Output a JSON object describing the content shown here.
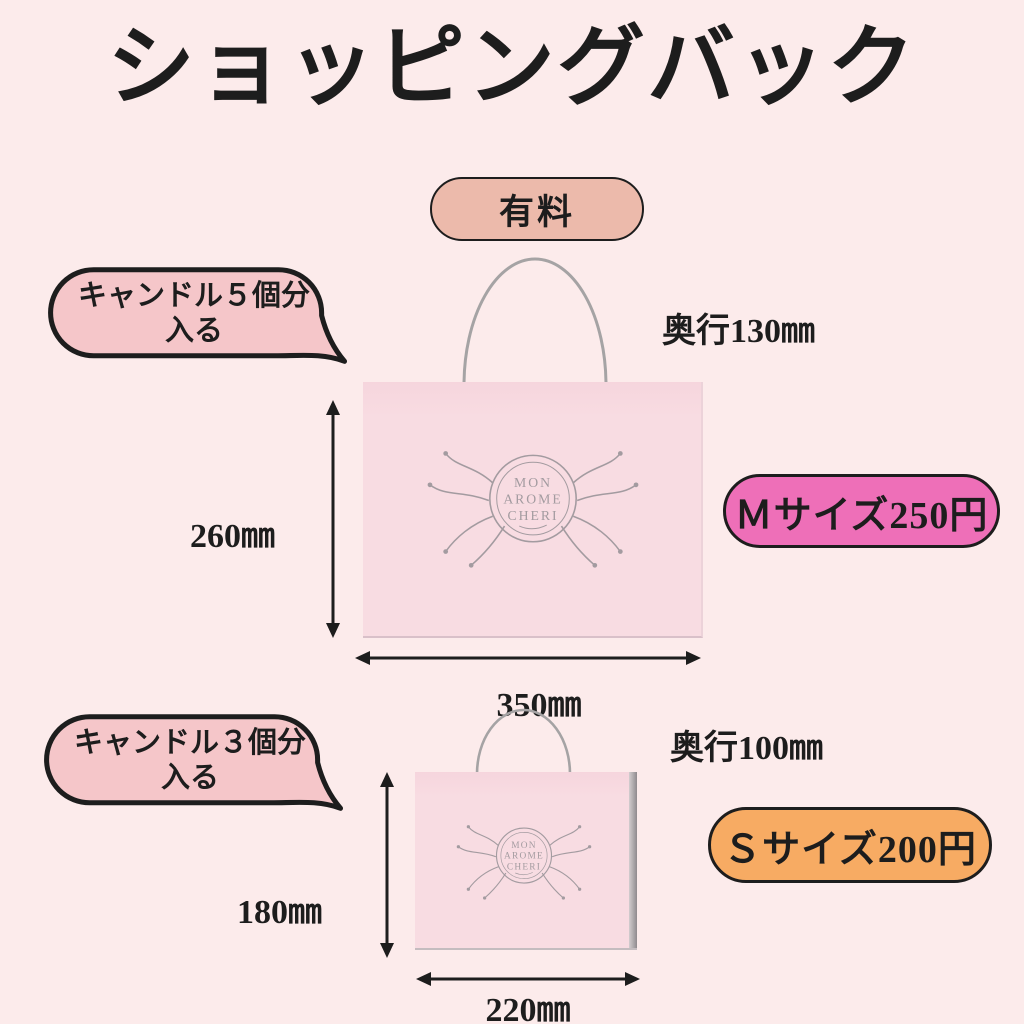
{
  "title": "ショッピングバック",
  "badge": {
    "label": "有料"
  },
  "logo": {
    "line1": "MON",
    "line2": "AROME",
    "line3": "CHERI"
  },
  "bag_m": {
    "bubble_line1": "キャンドル５個分",
    "bubble_line2": "入る",
    "depth_label": "奥行130㎜",
    "height_label": "260㎜",
    "width_label": "350㎜",
    "price_label": "Ｍサイズ250円"
  },
  "bag_s": {
    "bubble_line1": "キャンドル３個分",
    "bubble_line2": "入る",
    "depth_label": "奥行100㎜",
    "height_label": "180㎜",
    "width_label": "220㎜",
    "price_label": "Ｓサイズ200円"
  },
  "colors": {
    "background": "#fcebeb",
    "badge_fill": "#ecbaab",
    "bubble_fill": "#f5c6c9",
    "m_pill_fill": "#ee6fb8",
    "s_pill_fill": "#f7ab63",
    "bag_fill": "#f8dce2",
    "handle_gray": "#a5a3a4",
    "logo_gray": "#a39ba0",
    "outline": "#1d1d1d"
  }
}
